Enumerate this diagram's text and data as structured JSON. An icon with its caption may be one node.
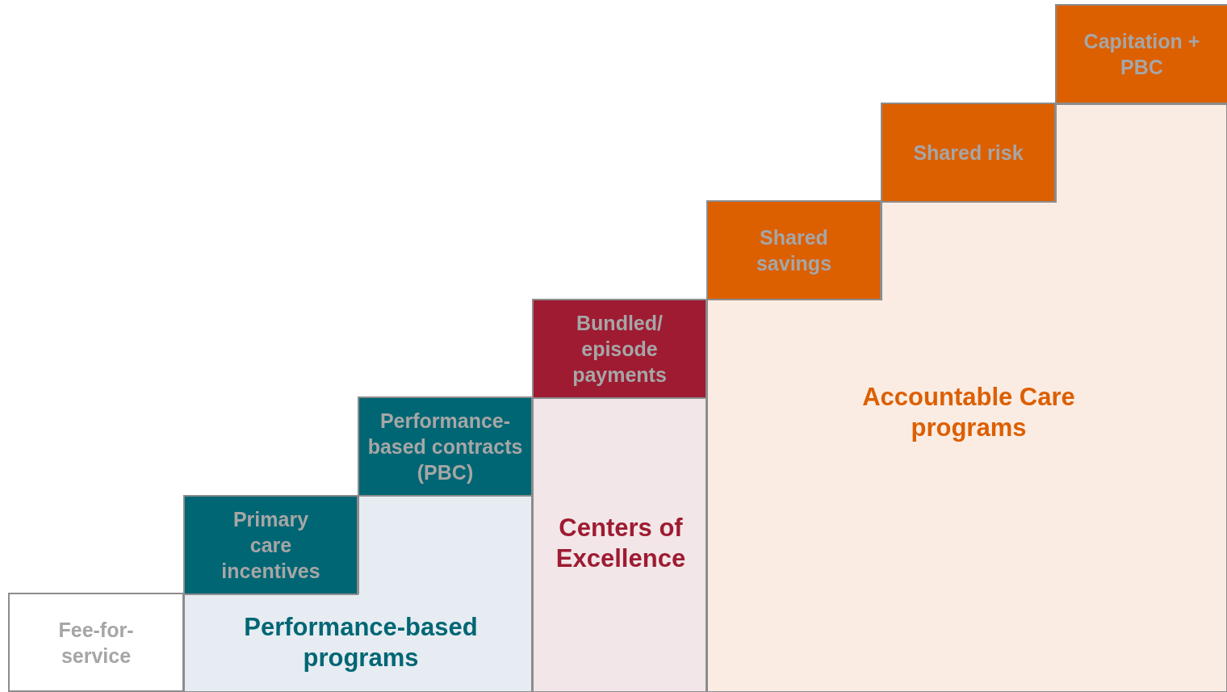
{
  "diagram": {
    "nodes": [
      {
        "text": [
          "Fee-for-service"
        ]
      },
      {
        "text": [
          "Primary care incentives"
        ]
      },
      {
        "text": [
          "Performance-based contracts (PBC)"
        ]
      },
      {
        "text": [
          "Performance-based programs"
        ]
      },
      {
        "text": [
          "Bundled/ episode payments"
        ]
      },
      {
        "text": [
          "Centers of Excellence"
        ]
      },
      {
        "text": [
          "Shared savings"
        ]
      },
      {
        "text": [
          "Shared risk"
        ]
      },
      {
        "text": [
          "Capitation + PBC"
        ]
      },
      {
        "text": [
          "Accountable Care programs"
        ]
      }
    ]
  }
}
